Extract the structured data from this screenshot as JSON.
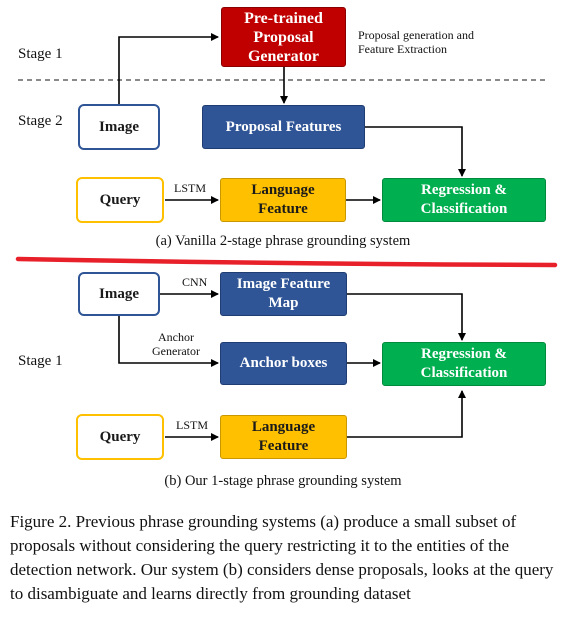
{
  "top": {
    "stage1_label": "Stage 1",
    "stage2_label": "Stage 2",
    "generator_box": "Pre-trained Proposal Generator",
    "generator_note_line1": "Proposal generation and",
    "generator_note_line2": "Feature Extraction",
    "image_box": "Image",
    "proposal_features_box": "Proposal Features",
    "query_box": "Query",
    "lstm_label": "LSTM",
    "language_feature_box": "Language Feature",
    "regression_box": "Regression & Classification",
    "caption": "(a) Vanilla 2-stage phrase grounding system"
  },
  "bottom": {
    "stage1_label": "Stage 1",
    "image_box": "Image",
    "cnn_label": "CNN",
    "image_feature_map_box": "Image Feature Map",
    "anchor_gen_line1": "Anchor",
    "anchor_gen_line2": "Generator",
    "anchor_boxes_box": "Anchor boxes",
    "regression_box": "Regression & Classification",
    "query_box": "Query",
    "lstm_label": "LSTM",
    "language_feature_box": "Language Feature",
    "caption": "(b) Our 1-stage phrase grounding system"
  },
  "figure_caption": "Figure 2. Previous phrase grounding systems (a) produce a small subset of proposals without considering the query restricting it to the entities of the detection network.  Our system (b) considers dense proposals, looks at the query to disambiguate and learns directly from grounding dataset",
  "colors": {
    "blue": "#2F5597",
    "red": "#C00000",
    "yellow": "#FFC000",
    "green": "#00B050",
    "separator": "#E8202A"
  }
}
